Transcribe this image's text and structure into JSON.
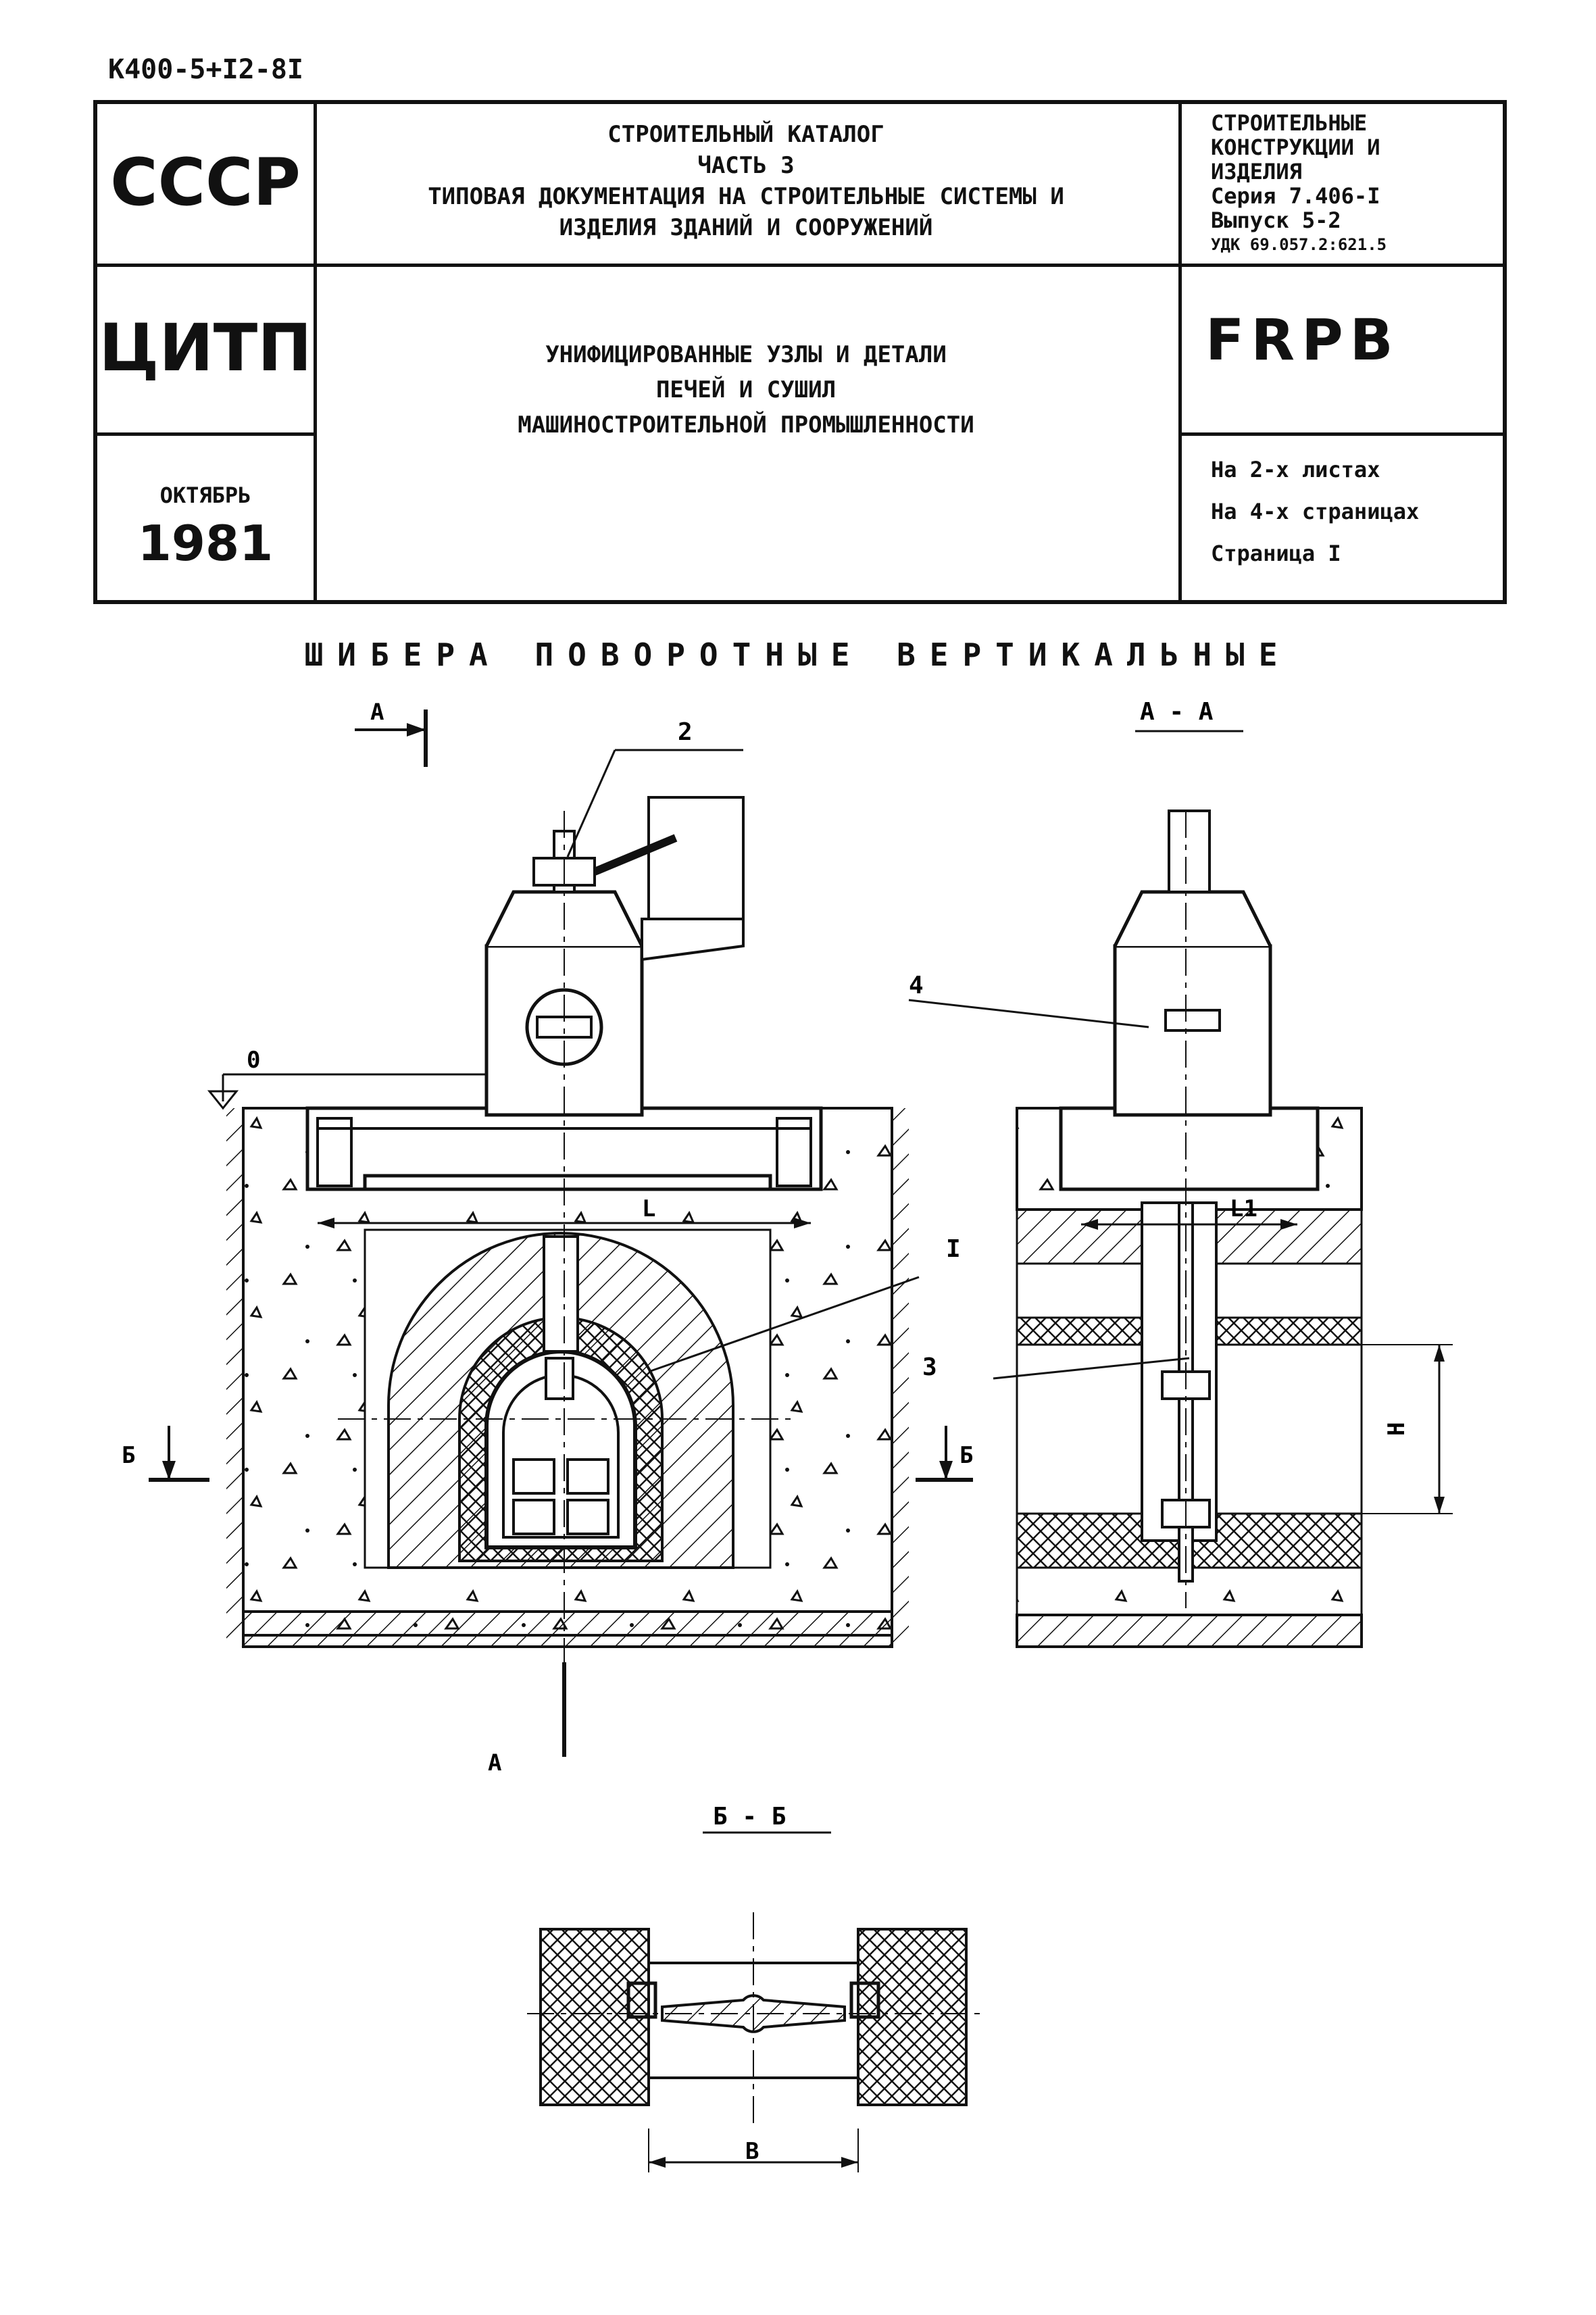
{
  "doc_code": "К400-5+I2-8I",
  "header": {
    "org1": "СССР",
    "org2": "ЦИТП",
    "month": "ОКТЯБРЬ",
    "year": "1981",
    "catalog": [
      "СТРОИТЕЛЬНЫЙ КАТАЛОГ",
      "ЧАСТЬ 3",
      "ТИПОВАЯ ДОКУМЕНТАЦИЯ НА СТРОИТЕЛЬНЫЕ СИСТЕМЫ И",
      "ИЗДЕЛИЯ ЗДАНИЙ И СООРУЖЕНИЙ"
    ],
    "subject": [
      "УНИФИЦИРОВАННЫЕ УЗЛЫ И ДЕТАЛИ",
      "ПЕЧЕЙ И СУШИЛ",
      "МАШИНОСТРОИТЕЛЬНОЙ ПРОМЫШЛЕННОСТИ"
    ],
    "series_info": [
      "СТРОИТЕЛЬНЫЕ",
      "КОНСТРУКЦИИ И",
      "ИЗДЕЛИЯ",
      "Серия 7.406-I",
      "Выпуск 5-2",
      "УДК 69.057.2:621.5"
    ],
    "code": "FRPB",
    "sheets": [
      "На 2-х листах",
      "На 4-х страницах",
      "Страница I"
    ]
  },
  "title": "ШИБЕРА ПОВОРОТНЫЕ ВЕРТИКАЛЬНЫЕ",
  "drawing": {
    "section_aa": "А - А",
    "section_bb": "Б - Б",
    "label_a": "А",
    "label_b": "Б",
    "label_zero": "0",
    "dim_L": "L",
    "dim_L1": "L1",
    "dim_H": "Н",
    "dim_B": "В",
    "callout_1": "I",
    "callout_2": "2",
    "callout_3": "3",
    "callout_4": "4"
  }
}
